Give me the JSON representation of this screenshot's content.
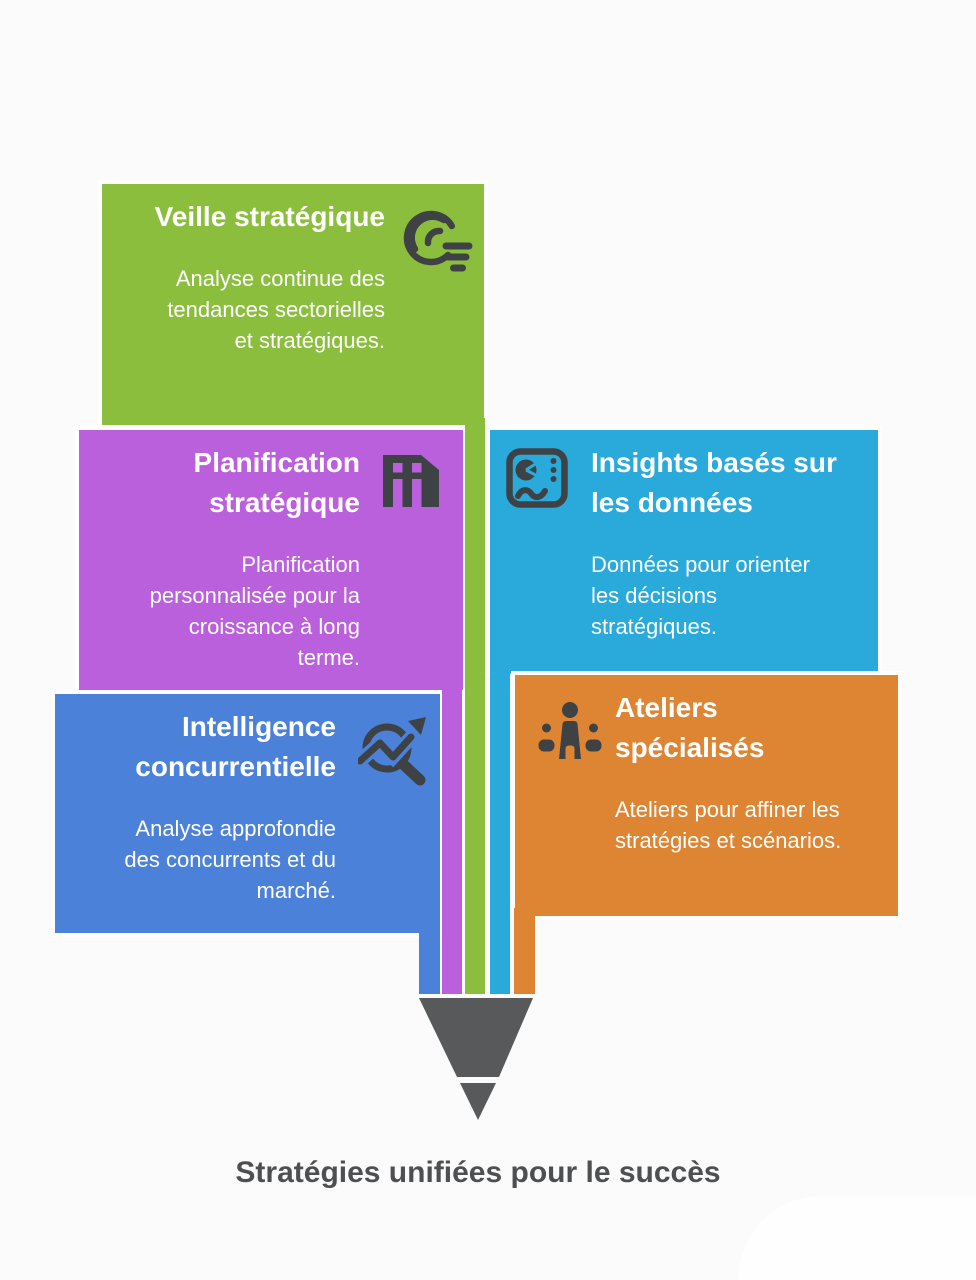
{
  "infographic": {
    "background_color": "#fbfbfc",
    "funnel_color": "#58595b",
    "icon_color": "#3f4245",
    "footer_title": "Stratégies unifiées pour le succès",
    "cards": [
      {
        "key": "veille",
        "color": "#8cbe3e",
        "icon": "signal-bulb-icon",
        "title": "Veille stratégique",
        "body": "Analyse continue des tendances sectorielles et stratégiques."
      },
      {
        "key": "planification",
        "color": "#ba60dd",
        "icon": "building-icon",
        "title": "Planification stratégique",
        "body": "Planification personnalisée pour la croissance à long terme."
      },
      {
        "key": "insights",
        "color": "#29aadb",
        "icon": "analytics-dashboard-icon",
        "title": "Insights basés sur les données",
        "body": "Données pour orienter les décisions stratégiques."
      },
      {
        "key": "intelligence",
        "color": "#4c81d9",
        "icon": "market-search-icon",
        "title": "Intelligence concurrentielle",
        "body": "Analyse approfondie des concurrents et du marché."
      },
      {
        "key": "ateliers",
        "color": "#de8534",
        "icon": "workshop-people-icon",
        "title": "Ateliers spécialisés",
        "body": "Ateliers pour affiner les stratégies et scénarios."
      }
    ]
  }
}
